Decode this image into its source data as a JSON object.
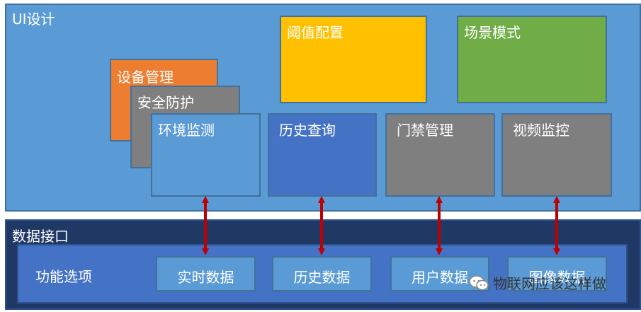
{
  "ui_design": {
    "title": "UI设计",
    "modules": {
      "device_management": "设备管理",
      "security_protection": "安全防护",
      "environment_monitoring": "环境监测",
      "threshold_config": "阈值配置",
      "scene_mode": "场景模式",
      "history_query": "历史查询",
      "access_control": "门禁管理",
      "video_surveillance": "视频监控"
    }
  },
  "data_interface": {
    "title": "数据接口",
    "options_label": "功能选项",
    "options": {
      "realtime_data": "实时数据",
      "history_data": "历史数据",
      "user_data": "用户数据",
      "image_data": "图像数据"
    }
  },
  "watermark": "物联网应该这样做",
  "colors": {
    "ui_panel": "#5B9BD5",
    "orange": "#ED7D31",
    "gray": "#7F7F7F",
    "gold": "#FFC000",
    "green": "#70AD47",
    "blue": "#4472C4",
    "dark_navy": "#203864",
    "arrow": "#C00000"
  }
}
